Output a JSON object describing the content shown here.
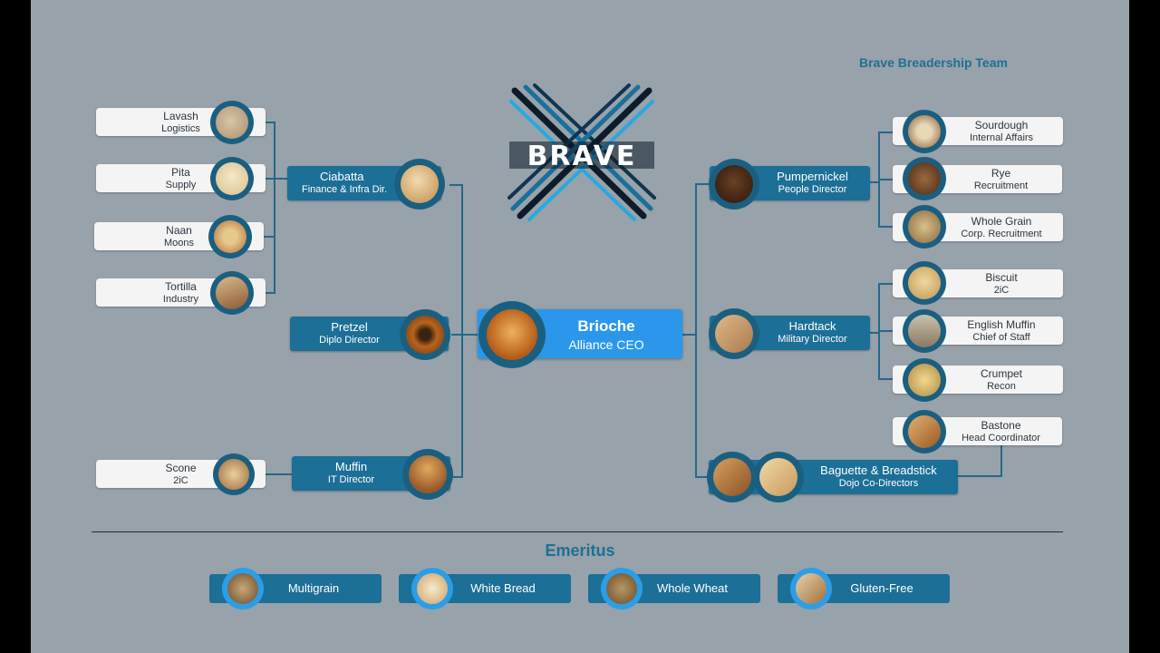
{
  "team_title": "Brave Breadership Team",
  "logo_text": "BRAVE",
  "ceo": {
    "name": "Brioche",
    "role": "Alliance CEO"
  },
  "left_directors": [
    {
      "id": "ciabatta",
      "name": "Ciabatta",
      "role": "Finance & Infra Dir."
    },
    {
      "id": "pretzel",
      "name": "Pretzel",
      "role": "Diplo Director"
    },
    {
      "id": "muffin",
      "name": "Muffin",
      "role": "IT Director"
    }
  ],
  "left_members": [
    {
      "id": "lavash",
      "name": "Lavash",
      "role": "Logistics"
    },
    {
      "id": "pita",
      "name": "Pita",
      "role": "Supply"
    },
    {
      "id": "naan",
      "name": "Naan",
      "role": "Moons"
    },
    {
      "id": "tortilla",
      "name": "Tortilla",
      "role": "Industry"
    },
    {
      "id": "scone",
      "name": "Scone",
      "role": "2iC"
    }
  ],
  "right_directors": [
    {
      "id": "pumpernickel",
      "name": "Pumpernickel",
      "role": "People Director"
    },
    {
      "id": "hardtack",
      "name": "Hardtack",
      "role": "Military Director"
    },
    {
      "id": "baguette",
      "name": "Baguette & Breadstick",
      "role": "Dojo Co-Directors"
    }
  ],
  "right_members": [
    {
      "id": "sourdough",
      "name": "Sourdough",
      "role": "Internal Affairs"
    },
    {
      "id": "rye",
      "name": "Rye",
      "role": "Recruitment"
    },
    {
      "id": "wholegrain",
      "name": "Whole Grain",
      "role": "Corp. Recruitment"
    },
    {
      "id": "biscuit",
      "name": "Biscuit",
      "role": "2iC"
    },
    {
      "id": "englishmuffin",
      "name": "English Muffin",
      "role": "Chief of Staff"
    },
    {
      "id": "crumpet",
      "name": "Crumpet",
      "role": "Recon"
    },
    {
      "id": "bastone",
      "name": "Bastone",
      "role": "Head Coordinator"
    }
  ],
  "emeritus": {
    "title": "Emeritus",
    "items": [
      "Multigrain",
      "White Bread",
      "Whole Wheat",
      "Gluten-Free"
    ]
  },
  "colors": {
    "background": "#98a2aa",
    "card_blue": "#1c6f97",
    "ceo_blue": "#2b97ea",
    "heading_blue": "#1e6f96",
    "card_white": "#f4f4f4"
  }
}
